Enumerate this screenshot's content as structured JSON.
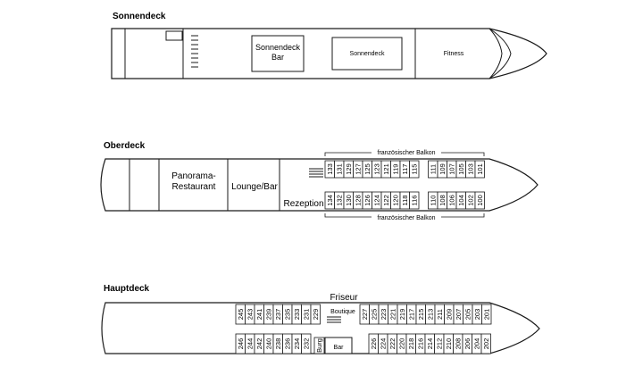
{
  "decks": {
    "sonnendeck": {
      "title": "Sonnendeck",
      "bar_label": [
        "Sonnendeck",
        "Bar"
      ],
      "sun_label": "Sonnendeck",
      "fitness_label": "Fitness"
    },
    "oberdeck": {
      "title": "Oberdeck",
      "restaurant_label": [
        "Panorama-",
        "Restaurant"
      ],
      "lounge_label": "Lounge/Bar",
      "reception_label": "Rezeption",
      "balcony_top": "französischer Balkon",
      "balcony_bottom": "französischer Balkon",
      "cabins_top": [
        "133",
        "131",
        "129",
        "127",
        "125",
        "123",
        "121",
        "119",
        "117",
        "115",
        "",
        "111",
        "109",
        "107",
        "105",
        "103",
        "101"
      ],
      "cabins_bottom": [
        "134",
        "132",
        "130",
        "128",
        "126",
        "124",
        "122",
        "120",
        "118",
        "116",
        "",
        "110",
        "108",
        "106",
        "104",
        "102",
        "100"
      ]
    },
    "hauptdeck": {
      "title": "Hauptdeck",
      "friseur_label": "Friseur",
      "boutique_label": "Boutique",
      "bar_label": "Bar",
      "burg_label": "Burg",
      "cabins_top_left": [
        "245",
        "243",
        "241",
        "239",
        "237",
        "235",
        "233",
        "231",
        "229"
      ],
      "cabins_top_right": [
        "227",
        "225",
        "223",
        "221",
        "219",
        "217",
        "215",
        "213",
        "211",
        "209",
        "207",
        "205",
        "203",
        "201"
      ],
      "cabins_bottom_left": [
        "246",
        "244",
        "242",
        "240",
        "238",
        "236",
        "234",
        "232"
      ],
      "cabins_bottom_right": [
        "226",
        "224",
        "222",
        "220",
        "218",
        "216",
        "214",
        "212",
        "210",
        "208",
        "206",
        "204",
        "202"
      ]
    }
  }
}
